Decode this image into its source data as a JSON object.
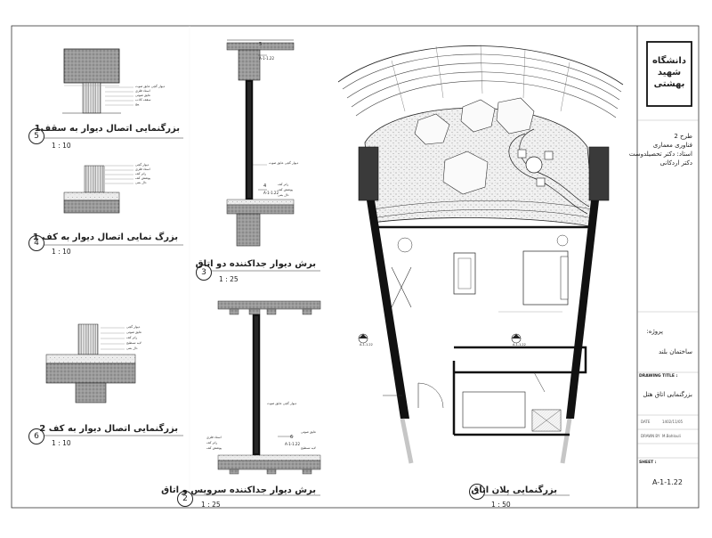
{
  "title_block": {
    "logo_text": "دانشگاه شهید بهشتی",
    "course_lines": [
      "طرح 2",
      "فناوری معماری",
      "استاد: دکتر تحصیلدوست",
      "دکتر اردکانی"
    ],
    "project_label": "پروژه:",
    "project_name": "ساختمان بلند",
    "drawing_title_label": "DRAWING TITLE :",
    "drawing_title": "بزرگنمایی اتاق هتل",
    "date_label": "DATE",
    "drawn_label": "DRAWN BY",
    "date_value": "1402/11/05",
    "drawn_value": "M.Bohlouli",
    "sheet_label": "SHEET :",
    "sheet_number": "A-1-1.22"
  },
  "details": [
    {
      "number": "5",
      "title": "بزرگنمایی اتصال دیوار به سقف1",
      "scale": "1 : 10"
    },
    {
      "number": "4",
      "title": "بزرگ نمایی اتصال دیوار به کف 1",
      "scale": "1 : 10"
    },
    {
      "number": "6",
      "title": "بزرگنمایی اتصال دیوار به کف 2",
      "scale": "1 : 10"
    },
    {
      "number": "3",
      "title": "برش دیوار جداکننده دو اتاق",
      "scale": "1 : 25"
    },
    {
      "number": "2",
      "title": "برش دیوار جداکننده سرویس و اتاق",
      "scale": "1 : 25"
    },
    {
      "number": "1",
      "title": "بزرگنمایی پلان اتاق",
      "scale": "1 : 50"
    }
  ],
  "callouts": {
    "c5_num": "5",
    "c5_ref": "A-1-1.22",
    "c4_num": "4",
    "c4_ref": "A-1-1.22",
    "c6_num": "6",
    "c6_ref": "A-1-1.22",
    "plan_a_num": "2",
    "plan_a_ref": "A-1-1.22",
    "plan_b_num": "3",
    "plan_b_ref": "A-1-1.22"
  },
  "annotations": {
    "wall_note": "دیوار گچی عایق صوت",
    "wall_note_2": "دیوار گچی",
    "floor_note": "پوشش کف",
    "finish_note": "لایه تسطیح",
    "slab_note": "دال بتنی",
    "insul_note": "عایق صوتی",
    "stud_note": "استاد فلزی",
    "runner_note": "رانر کف",
    "screw_note": "پیچ",
    "ceiling_note": "سقف کاذب"
  },
  "colors": {
    "line": "#1a1a1a",
    "hatch": "#8a8a8a",
    "concrete": "#9b9b9b",
    "wall": "#111111",
    "grid": "#bbbbbb"
  }
}
